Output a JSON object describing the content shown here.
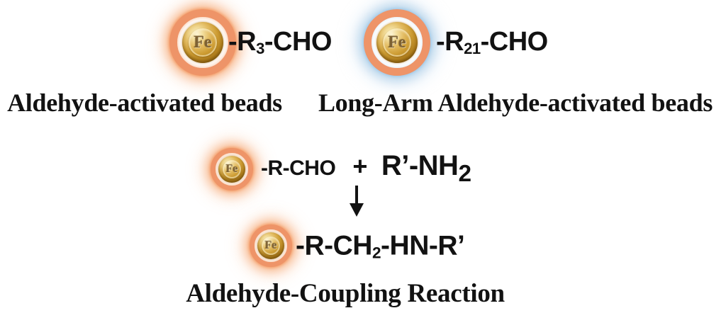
{
  "bead_core_label": "Fe",
  "top_row": {
    "bead1_formula": {
      "pre": "-R",
      "sub": "3",
      "post": "-CHO"
    },
    "bead2_formula": {
      "pre": "-R",
      "sub": "21",
      "post": "-CHO"
    },
    "caption_left": "Aldehyde-activated beads",
    "caption_right": "Long-Arm Aldehyde-activated beads"
  },
  "reaction": {
    "reactant_formula": "-R-CHO",
    "plus_sign": "+",
    "amine": {
      "pre": "R’-NH",
      "sub": "2"
    },
    "product": {
      "pre": "-R-CH",
      "sub": "2",
      "post": "-HN-R’"
    },
    "caption": "Aldehyde-Coupling Reaction"
  },
  "icons": {
    "bead": "magnetic-bead-icon",
    "arrow": "arrow-down-icon"
  },
  "colors": {
    "orange_glow": "#F49E6A",
    "blue_glow": "#A9CCE7",
    "ring_orange": "#EE9468",
    "core_gold": "#C8962B",
    "text_black": "#121212"
  }
}
